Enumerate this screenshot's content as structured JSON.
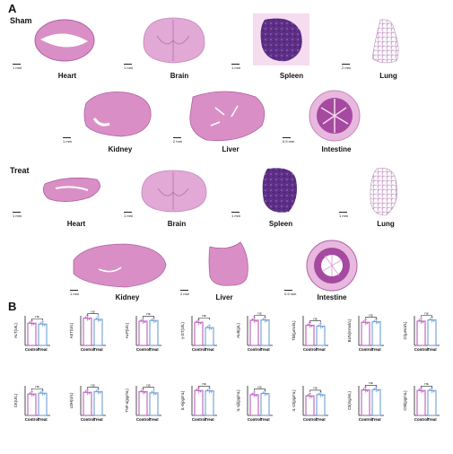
{
  "panel_a": {
    "letter": "A",
    "sham": {
      "label": "Sham",
      "organs": [
        {
          "name": "Heart",
          "scale": "1 mm"
        },
        {
          "name": "Brain",
          "scale": "1 mm"
        },
        {
          "name": "Spleen",
          "scale": "1 mm"
        },
        {
          "name": "Lung",
          "scale": "2 mm"
        },
        {
          "name": "Kidney",
          "scale": "1 mm"
        },
        {
          "name": "Liver",
          "scale": "2 mm"
        },
        {
          "name": "Intestine",
          "scale": "0.5 mm"
        }
      ]
    },
    "treat": {
      "label": "Treat",
      "organs": [
        {
          "name": "Heart",
          "scale": "1 mm"
        },
        {
          "name": "Brain",
          "scale": "1 mm"
        },
        {
          "name": "Spleen",
          "scale": "1 mm"
        },
        {
          "name": "Lung",
          "scale": "1 mm"
        },
        {
          "name": "Kidney",
          "scale": "1 mm"
        },
        {
          "name": "Liver",
          "scale": "2 mm"
        },
        {
          "name": "Intestine",
          "scale": "0.5 mm"
        }
      ]
    }
  },
  "panel_b": {
    "letter": "B"
  },
  "chart_data": [
    {
      "type": "bar",
      "ylabel": "ALT(U/L)",
      "categories": [
        "Control",
        "Treat"
      ],
      "values": [
        75,
        72
      ],
      "annotation": "ns",
      "colors": [
        "#c06bbf",
        "#7aa6d8"
      ]
    },
    {
      "type": "bar",
      "ylabel": "AST(U/L)",
      "categories": [
        "Control",
        "Treat"
      ],
      "values": [
        92,
        88
      ],
      "annotation": "ns",
      "colors": [
        "#c06bbf",
        "#7aa6d8"
      ]
    },
    {
      "type": "bar",
      "ylabel": "ALP(U/L)",
      "categories": [
        "Control",
        "Treat"
      ],
      "values": [
        82,
        84
      ],
      "annotation": "ns",
      "colors": [
        "#c06bbf",
        "#7aa6d8"
      ]
    },
    {
      "type": "bar",
      "ylabel": "γ-GT(U/L)",
      "categories": [
        "Control",
        "Treat"
      ],
      "values": [
        78,
        60
      ],
      "annotation": "ns",
      "colors": [
        "#c06bbf",
        "#7aa6d8"
      ]
    },
    {
      "type": "bar",
      "ylabel": "ALB(g/L)",
      "categories": [
        "Control",
        "Treat"
      ],
      "values": [
        85,
        86
      ],
      "annotation": "ns",
      "colors": [
        "#c06bbf",
        "#7aa6d8"
      ]
    },
    {
      "type": "bar",
      "ylabel": "Tbil(μmol/L)",
      "categories": [
        "Control",
        "Treat"
      ],
      "values": [
        68,
        65
      ],
      "annotation": "ns",
      "colors": [
        "#c06bbf",
        "#7aa6d8"
      ]
    },
    {
      "type": "bar",
      "ylabel": "BUN(mmol/L)",
      "categories": [
        "Control",
        "Treat"
      ],
      "values": [
        78,
        80
      ],
      "annotation": "ns",
      "colors": [
        "#c06bbf",
        "#7aa6d8"
      ]
    },
    {
      "type": "bar",
      "ylabel": "Cr(μmol/L)",
      "categories": [
        "Control",
        "Treat"
      ],
      "values": [
        82,
        86
      ],
      "annotation": "ns",
      "colors": [
        "#c06bbf",
        "#7aa6d8"
      ]
    },
    {
      "type": "bar",
      "ylabel": "CK(U/L)",
      "categories": [
        "Control",
        "Treat"
      ],
      "values": [
        72,
        75
      ],
      "annotation": "ns",
      "colors": [
        "#c06bbf",
        "#7aa6d8"
      ]
    },
    {
      "type": "bar",
      "ylabel": "LDH(U/L)",
      "categories": [
        "Control",
        "Treat"
      ],
      "values": [
        78,
        80
      ],
      "annotation": "ns",
      "colors": [
        "#c06bbf",
        "#7aa6d8"
      ]
    },
    {
      "type": "bar",
      "ylabel": "TNF-α(pg/mL)",
      "categories": [
        "Control",
        "Treat"
      ],
      "values": [
        80,
        76
      ],
      "annotation": "ns",
      "colors": [
        "#c06bbf",
        "#7aa6d8"
      ]
    },
    {
      "type": "bar",
      "ylabel": "IL-6(pg/mL)",
      "categories": [
        "Control",
        "Treat"
      ],
      "values": [
        84,
        83
      ],
      "annotation": "ns",
      "colors": [
        "#c06bbf",
        "#7aa6d8"
      ]
    },
    {
      "type": "bar",
      "ylabel": "IL-1β(pg/mL)",
      "categories": [
        "Control",
        "Treat"
      ],
      "values": [
        70,
        74
      ],
      "annotation": "ns",
      "colors": [
        "#c06bbf",
        "#7aa6d8"
      ]
    },
    {
      "type": "bar",
      "ylabel": "IL-10(pg/mL)",
      "categories": [
        "Control",
        "Treat"
      ],
      "values": [
        66,
        70
      ],
      "annotation": "ns",
      "colors": [
        "#c06bbf",
        "#7aa6d8"
      ]
    },
    {
      "type": "bar",
      "ylabel": "C3(mg/mL)",
      "categories": [
        "Control",
        "Treat"
      ],
      "values": [
        86,
        87
      ],
      "annotation": "ns",
      "colors": [
        "#c06bbf",
        "#7aa6d8"
      ]
    },
    {
      "type": "bar",
      "ylabel": "C5b(pg/mL)",
      "categories": [
        "Control",
        "Treat"
      ],
      "values": [
        84,
        84
      ],
      "annotation": "ns",
      "colors": [
        "#c06bbf",
        "#7aa6d8"
      ]
    }
  ]
}
